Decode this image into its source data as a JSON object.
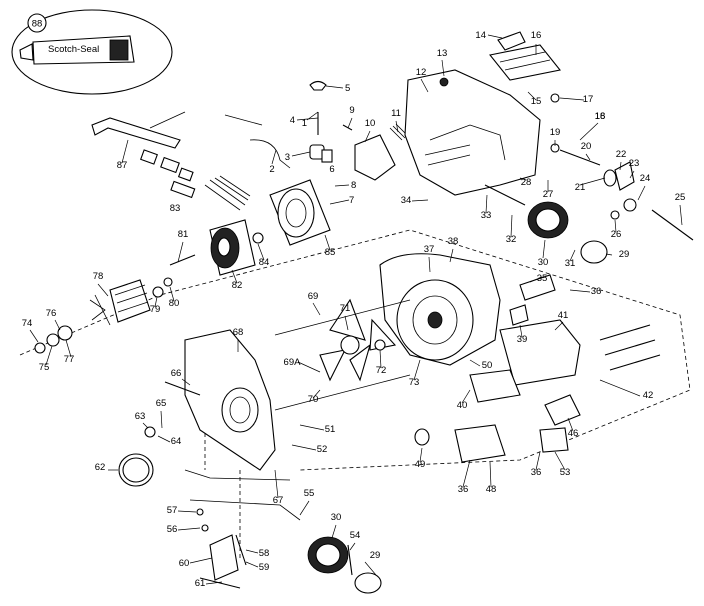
{
  "callout": {
    "badge": "88",
    "tube_label": "Scotch-Seal"
  },
  "labels": [
    {
      "id": "1",
      "text": "1"
    },
    {
      "id": "2",
      "text": "2"
    },
    {
      "id": "3",
      "text": "3"
    },
    {
      "id": "4",
      "text": "4"
    },
    {
      "id": "5",
      "text": "5"
    },
    {
      "id": "6",
      "text": "6"
    },
    {
      "id": "7",
      "text": "7"
    },
    {
      "id": "8",
      "text": "8"
    },
    {
      "id": "9",
      "text": "9"
    },
    {
      "id": "10",
      "text": "10"
    },
    {
      "id": "11",
      "text": "11"
    },
    {
      "id": "12",
      "text": "12"
    },
    {
      "id": "13",
      "text": "13"
    },
    {
      "id": "14",
      "text": "14"
    },
    {
      "id": "15",
      "text": "15"
    },
    {
      "id": "16a",
      "text": "16"
    },
    {
      "id": "16b",
      "text": "16"
    },
    {
      "id": "17",
      "text": "17"
    },
    {
      "id": "18",
      "text": "18"
    },
    {
      "id": "19",
      "text": "19"
    },
    {
      "id": "20",
      "text": "20"
    },
    {
      "id": "21",
      "text": "21"
    },
    {
      "id": "22",
      "text": "22"
    },
    {
      "id": "23",
      "text": "23"
    },
    {
      "id": "24",
      "text": "24"
    },
    {
      "id": "25",
      "text": "25"
    },
    {
      "id": "26",
      "text": "26"
    },
    {
      "id": "27",
      "text": "27"
    },
    {
      "id": "28",
      "text": "28"
    },
    {
      "id": "29a",
      "text": "29"
    },
    {
      "id": "29b",
      "text": "29"
    },
    {
      "id": "30a",
      "text": "30"
    },
    {
      "id": "30b",
      "text": "30"
    },
    {
      "id": "31",
      "text": "31"
    },
    {
      "id": "32",
      "text": "32"
    },
    {
      "id": "33",
      "text": "33"
    },
    {
      "id": "34",
      "text": "34"
    },
    {
      "id": "35",
      "text": "35"
    },
    {
      "id": "36a",
      "text": "36"
    },
    {
      "id": "36b",
      "text": "36"
    },
    {
      "id": "36c",
      "text": "36"
    },
    {
      "id": "37",
      "text": "37"
    },
    {
      "id": "38",
      "text": "38"
    },
    {
      "id": "39",
      "text": "39"
    },
    {
      "id": "40",
      "text": "40"
    },
    {
      "id": "41",
      "text": "41"
    },
    {
      "id": "42",
      "text": "42"
    },
    {
      "id": "46",
      "text": "46"
    },
    {
      "id": "48",
      "text": "48"
    },
    {
      "id": "49",
      "text": "49"
    },
    {
      "id": "50",
      "text": "50"
    },
    {
      "id": "51",
      "text": "51"
    },
    {
      "id": "52",
      "text": "52"
    },
    {
      "id": "53",
      "text": "53"
    },
    {
      "id": "54",
      "text": "54"
    },
    {
      "id": "55",
      "text": "55"
    },
    {
      "id": "56",
      "text": "56"
    },
    {
      "id": "57",
      "text": "57"
    },
    {
      "id": "58",
      "text": "58"
    },
    {
      "id": "59",
      "text": "59"
    },
    {
      "id": "60",
      "text": "60"
    },
    {
      "id": "61",
      "text": "61"
    },
    {
      "id": "62",
      "text": "62"
    },
    {
      "id": "63",
      "text": "63"
    },
    {
      "id": "64",
      "text": "64"
    },
    {
      "id": "65",
      "text": "65"
    },
    {
      "id": "66",
      "text": "66"
    },
    {
      "id": "67",
      "text": "67"
    },
    {
      "id": "68",
      "text": "68"
    },
    {
      "id": "69",
      "text": "69"
    },
    {
      "id": "69A",
      "text": "69A"
    },
    {
      "id": "70",
      "text": "70"
    },
    {
      "id": "71",
      "text": "71"
    },
    {
      "id": "72",
      "text": "72"
    },
    {
      "id": "73",
      "text": "73"
    },
    {
      "id": "74",
      "text": "74"
    },
    {
      "id": "75",
      "text": "75"
    },
    {
      "id": "76",
      "text": "76"
    },
    {
      "id": "77",
      "text": "77"
    },
    {
      "id": "78",
      "text": "78"
    },
    {
      "id": "79",
      "text": "79"
    },
    {
      "id": "80",
      "text": "80"
    },
    {
      "id": "81",
      "text": "81"
    },
    {
      "id": "82",
      "text": "82"
    },
    {
      "id": "83",
      "text": "83"
    },
    {
      "id": "84",
      "text": "84"
    },
    {
      "id": "85",
      "text": "85"
    },
    {
      "id": "87",
      "text": "87"
    }
  ]
}
